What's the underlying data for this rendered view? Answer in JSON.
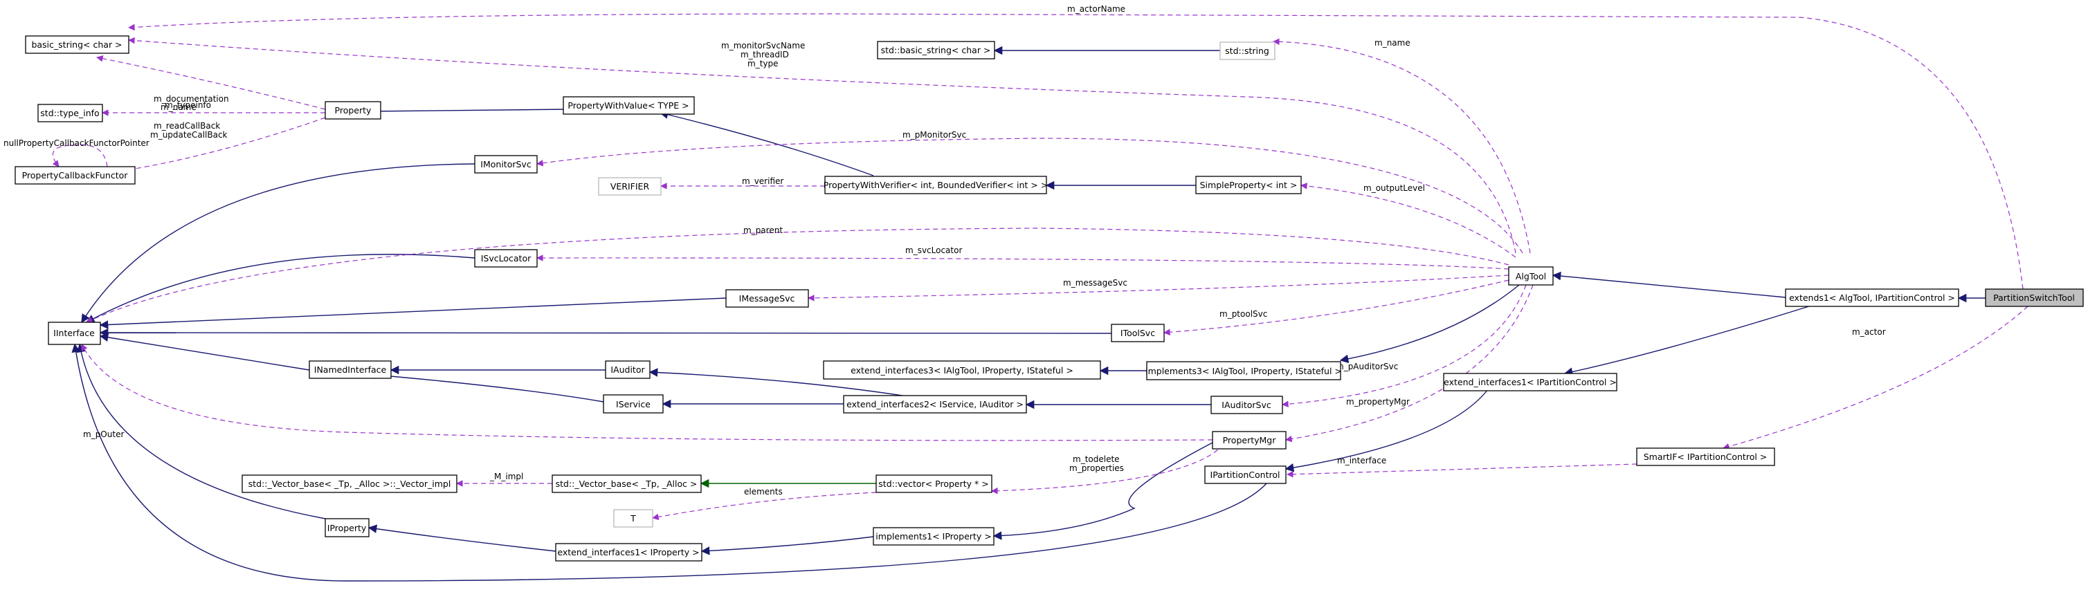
{
  "diagram": {
    "nodes": {
      "basic_string": "basic_string< char >",
      "type_info": "std::type_info",
      "property_callback_functor": "PropertyCallbackFunctor",
      "iinterface": "IInterface",
      "property": "Property",
      "property_with_value": "PropertyWithValue< TYPE >",
      "std_basic_string": "std::basic_string< char >",
      "std_string": "std::string",
      "imonitor_svc": "IMonitorSvc",
      "verifier": "VERIFIER",
      "property_with_verifier": "PropertyWithVerifier< int, BoundedVerifier< int > >",
      "simple_property": "SimpleProperty< int >",
      "isvc_locator": "ISvcLocator",
      "imessage_svc": "IMessageSvc",
      "itool_svc": "IToolSvc",
      "alg_tool": "AlgTool",
      "extends1": "extends1< AlgTool, IPartitionControl >",
      "partition_switch_tool": "PartitionSwitchTool",
      "inamed_interface": "INamedInterface",
      "iauditor": "IAuditor",
      "extend_interfaces3": "extend_interfaces3< IAlgTool, IProperty, IStateful >",
      "implements3": "implements3< IAlgTool, IProperty, IStateful >",
      "extend_interfaces1_ipc": "extend_interfaces1< IPartitionControl >",
      "iservice": "IService",
      "extend_interfaces2": "extend_interfaces2< IService, IAuditor >",
      "iauditor_svc": "IAuditorSvc",
      "property_mgr": "PropertyMgr",
      "ipartition_control": "IPartitionControl",
      "smartif": "SmartIF< IPartitionControl >",
      "vector_impl": "std::_Vector_base< _Tp, _Alloc >::_Vector_impl",
      "vector_base": "std::_Vector_base< _Tp, _Alloc >",
      "std_vector": "std::vector< Property * >",
      "t": "T",
      "iproperty": "IProperty",
      "implements1": "implements1< IProperty >",
      "extend_interfaces1_ip": "extend_interfaces1< IProperty >"
    },
    "labels": {
      "m_actor_name": "m_actorName",
      "m_monitor_svc_name": "m_monitorSvcName",
      "m_thread_id": "m_threadID",
      "m_type": "m_type",
      "m_name_top": "m_name",
      "m_documentation": "m_documentation",
      "m_name_prop": "m_name",
      "m_typeinfo": "m_typeinfo",
      "m_read_callback": "m_readCallBack",
      "m_update_callback": "m_updateCallBack",
      "null_prop_cb": "nullPropertyCallbackFunctorPointer",
      "m_pmonitor_svc": "m_pMonitorSvc",
      "m_verifier": "m_verifier",
      "m_output_level": "m_outputLevel",
      "m_parent": "m_parent",
      "m_svc_locator": "m_svcLocator",
      "m_message_svc": "m_messageSvc",
      "m_ptool_svc": "m_ptoolSvc",
      "m_actor": "m_actor",
      "m_pauditor_svc": "m_pAuditorSvc",
      "m_property_mgr": "m_propertyMgr",
      "m_pouter": "m_pOuter",
      "m_todelete": "m_todelete",
      "m_properties": "m_properties",
      "m_interface": "m_interface",
      "m_impl": "_M_impl",
      "elements": "elements"
    }
  }
}
